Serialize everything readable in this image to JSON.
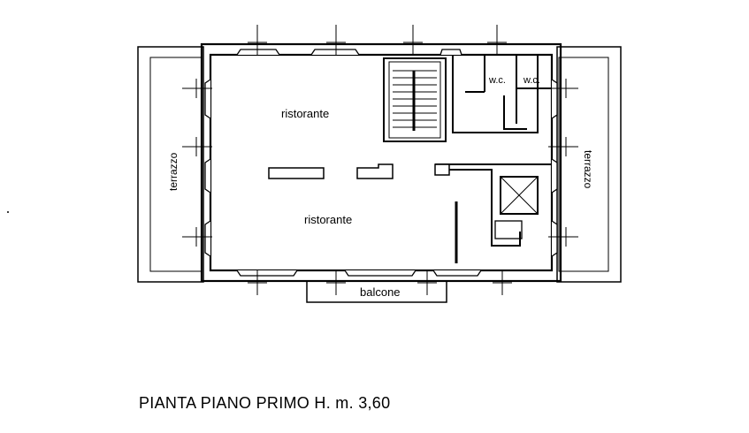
{
  "labels": {
    "ristorante_top": "ristorante",
    "ristorante_bottom": "ristorante",
    "wc_left": "w.c.",
    "wc_right": "w.c.",
    "terrazzo_left": "terrazzo",
    "terrazzo_right": "terrazzo",
    "balcone": "balcone"
  },
  "title": "PIANTA PIANO PRIMO H. m. 3,60"
}
